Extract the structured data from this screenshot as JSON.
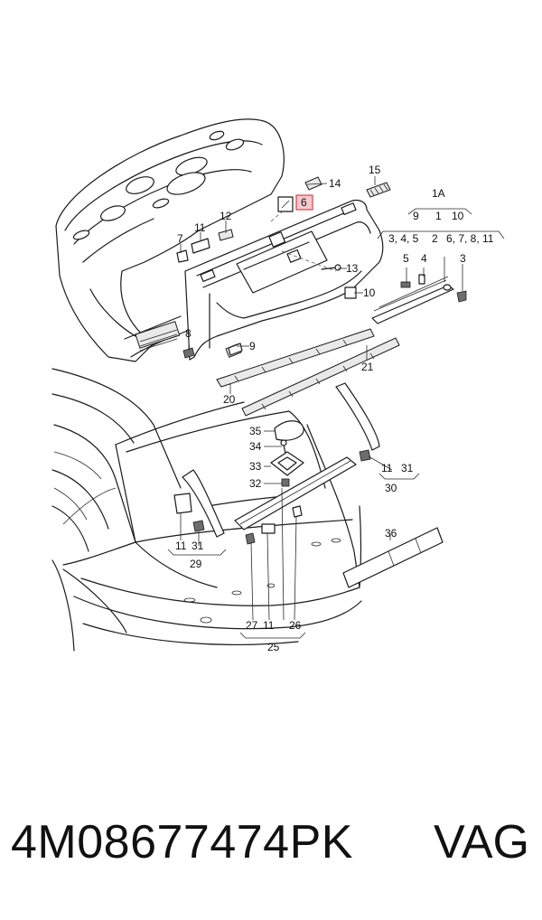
{
  "callouts": {
    "c1A": "1A",
    "c9a": "9",
    "c1": "1",
    "c10a": "10",
    "c345": "3, 4, 5",
    "c2": "2",
    "c67811": "6, 7, 8, 11",
    "c5": "5",
    "c4": "4",
    "c3": "3",
    "c15": "15",
    "c14": "14",
    "c6": "6",
    "c11a": "11",
    "c12": "12",
    "c7": "7",
    "c13": "13",
    "c10b": "10",
    "c8": "8",
    "c9b": "9",
    "c21": "21",
    "c20": "20",
    "c35": "35",
    "c34": "34",
    "c33": "33",
    "c32": "32",
    "c11b": "11",
    "c31a": "31",
    "c30": "30",
    "c11c": "11",
    "c31b": "31",
    "c29": "29",
    "c36": "36",
    "c27": "27",
    "c11d": "11",
    "c26": "26",
    "c25": "25"
  },
  "highlight": {
    "color": "#e04050"
  },
  "caption": {
    "part_number": "4M08677474PK",
    "brand": "VAG"
  }
}
